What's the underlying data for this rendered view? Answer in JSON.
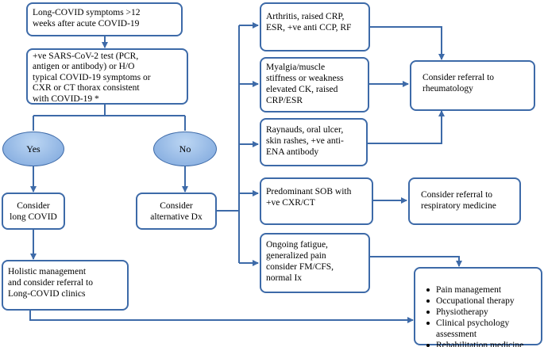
{
  "nodes": {
    "long_covid_symptoms": "Long-COVID symptoms  >12\nweeks after acute COVID-19",
    "positive_test": "+ve SARS-CoV-2 test (PCR,\nantigen or antibody) or H/O\ntypical COVID-19 symptoms   or\nCXR or CT thorax consistent\nwith COVID-19 *",
    "yes": "Yes",
    "no": "No",
    "consider_long_covid": "Consider\nlong COVID",
    "consider_alternative": "Consider\nalternative  Dx",
    "holistic": "Holistic management\nand consider referral to\nLong-COVID clinics",
    "arthritis": "Arthritis,  raised CRP,\nESR, +ve anti  CCP, RF",
    "myalgia": "Myalgia/muscle\nstiffness  or weakness\nelevated  CK, raised\nCRP/ESR",
    "raynauds": "Raynauds,  oral ulcer,\nskin rashes, +ve anti-\nENA antibody",
    "sob": "Predominant  SOB with\n+ve CXR/CT",
    "fatigue": "Ongoing fatigue,\ngeneralized pain\nconsider FM/CFS,\nnormal Ix",
    "rheumatology": "Consider referral to\nrheumatology",
    "respiratory": "Consider referral to\nrespiratory medicine",
    "management_list": [
      "Pain management",
      "Occupational therapy",
      "Physiotherapy",
      "Clinical psychology\nassessment",
      "Rehabilitation medicine"
    ]
  },
  "colors": {
    "border": "#3d6aa8",
    "arrow": "#3d6aa8",
    "oval_fill": "#8fb4e3"
  }
}
